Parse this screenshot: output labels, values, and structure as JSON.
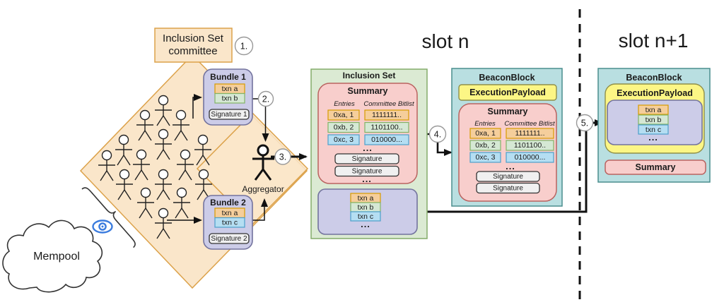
{
  "ui": {
    "ellipsis": "..."
  },
  "steps": {
    "s1": "1.",
    "s2": "2.",
    "s3": "3.",
    "s4": "4.",
    "s5": "5."
  },
  "mempool": {
    "label": "Mempool"
  },
  "committee": {
    "line1": "Inclusion Set",
    "line2": "committee"
  },
  "aggregator": {
    "label": "Aggregator"
  },
  "bundle1": {
    "title": "Bundle 1",
    "txns": [
      "txn a",
      "txn b"
    ],
    "signature": "Signature 1"
  },
  "bundle2": {
    "title": "Bundle 2",
    "txns": [
      "txn a",
      "txn c"
    ],
    "signature": "Signature 2"
  },
  "inclusion_set": {
    "title": "Inclusion Set",
    "summary": {
      "title": "Summary",
      "entries_label": "Entries",
      "bitlist_label": "Committee Bitlist",
      "rows": [
        {
          "entry": "0xa, 1",
          "bitlist": "1111111.."
        },
        {
          "entry": "0xb, 2",
          "bitlist": "1101100.."
        },
        {
          "entry": "0xc, 3",
          "bitlist": "010000..."
        }
      ],
      "signature_label": "Signature"
    },
    "txns": [
      "txn a",
      "txn b",
      "txn c"
    ]
  },
  "slot_n": {
    "title": "slot n",
    "block_title": "BeaconBlock",
    "execution_payload": "ExecutionPayload",
    "summary": {
      "title": "Summary",
      "entries_label": "Entries",
      "bitlist_label": "Committee Bitlist",
      "rows": [
        {
          "entry": "0xa, 1",
          "bitlist": "1111111.."
        },
        {
          "entry": "0xb, 2",
          "bitlist": "1101100.."
        },
        {
          "entry": "0xc, 3",
          "bitlist": "010000..."
        }
      ],
      "signature_label": "Signature"
    }
  },
  "slot_n_plus_1": {
    "title": "slot n+1",
    "block_title": "BeaconBlock",
    "execution_payload": "ExecutionPayload",
    "txns": [
      "txn a",
      "txn b",
      "txn c"
    ],
    "summary_label": "Summary"
  },
  "palette": {
    "committee_fill": "#FAE6CA",
    "committee_stroke": "#DCA24A",
    "bundle_fill": "#CCCCE8",
    "txn_orange": "#F5CE9B",
    "txn_green": "#D5E8D4",
    "txn_blue": "#B5DEF2",
    "inclusion_set_fill": "#DBEAD3",
    "summary_fill": "#F8CECC",
    "beacon_block_fill": "#B9DFE1",
    "execution_payload_fill": "#FCF685",
    "eye_blue": "#3B7CDE"
  }
}
